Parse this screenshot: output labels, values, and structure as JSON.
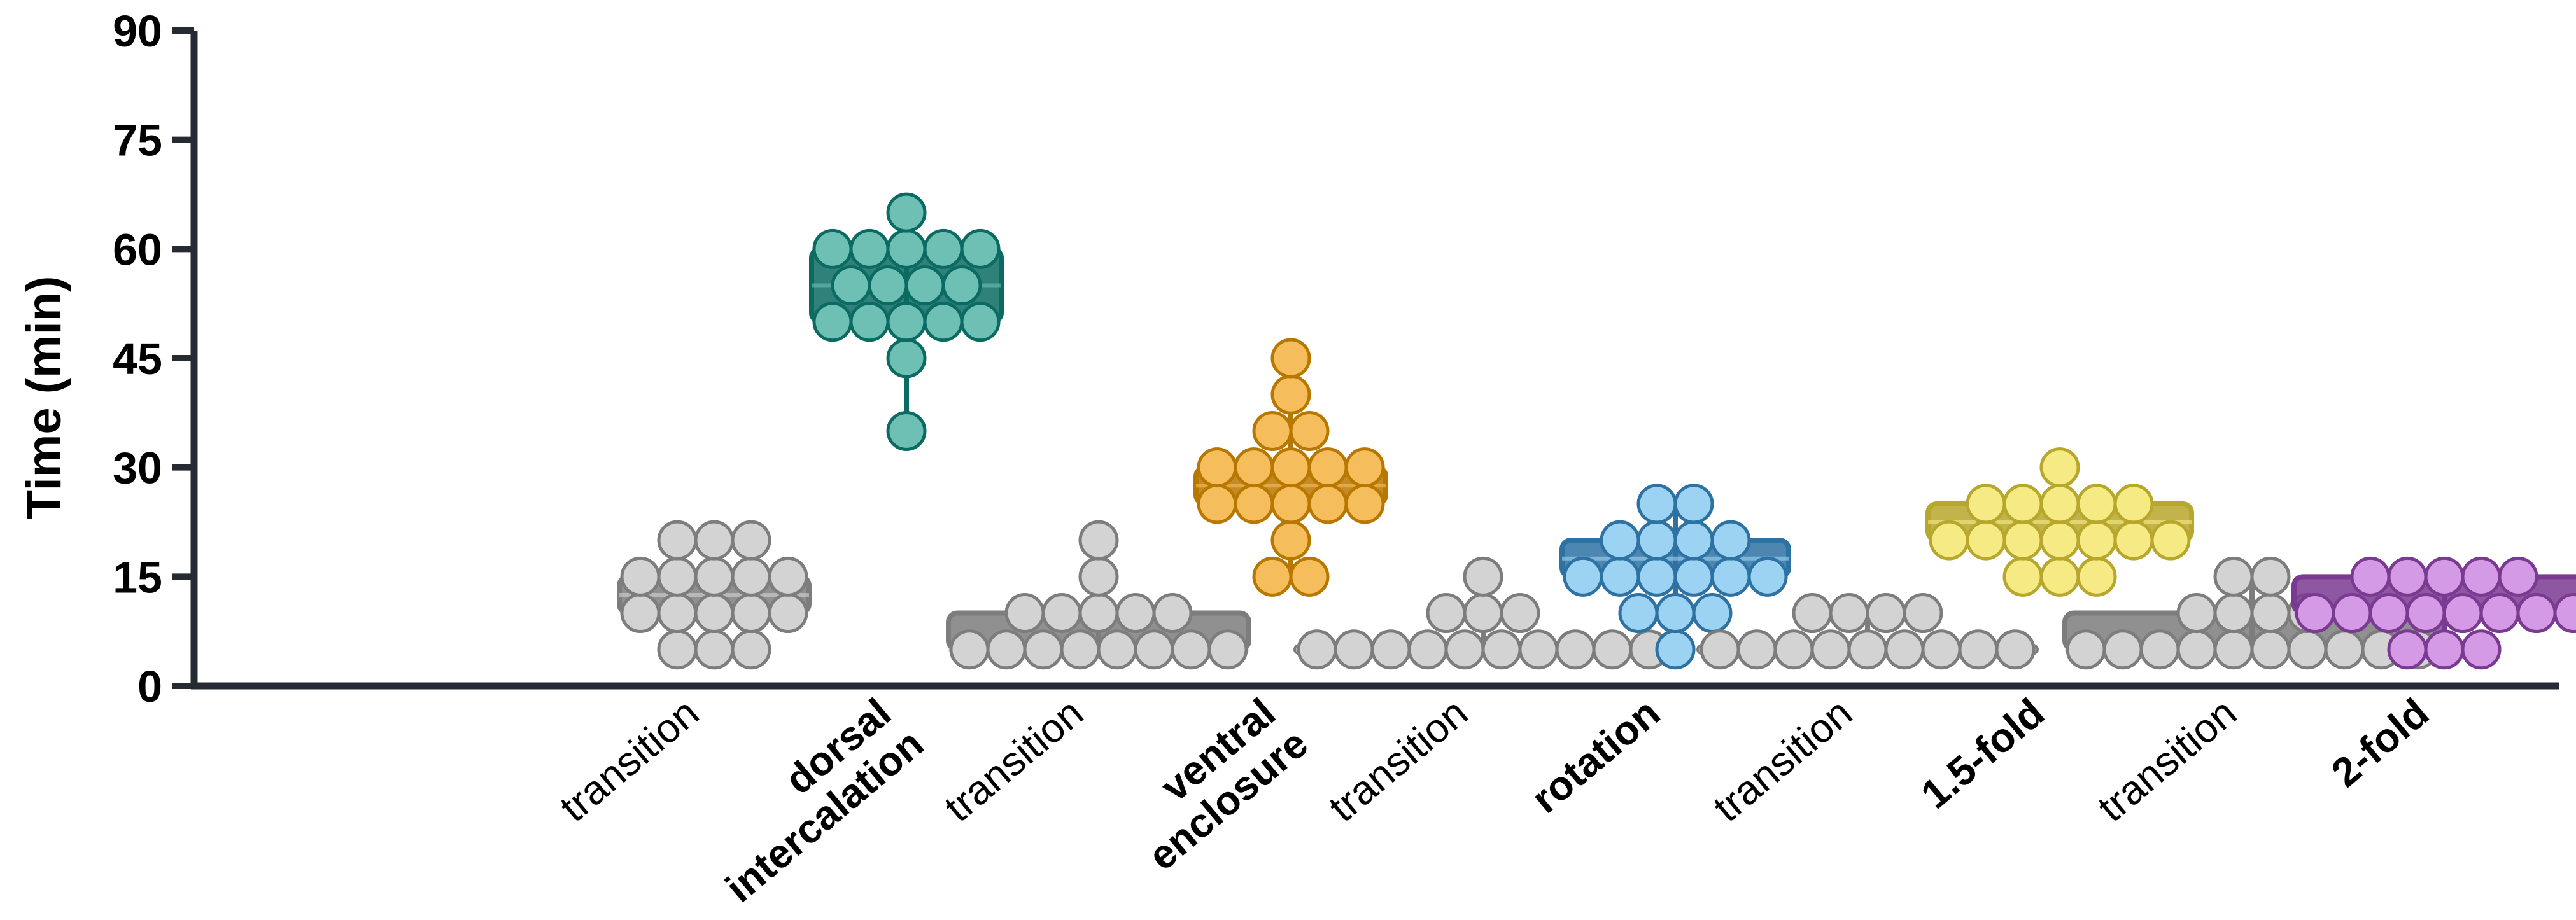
{
  "chart_data": {
    "type": "box-and-whisker with individual points",
    "ylabel": "Time (min)",
    "xlabel": "",
    "ylim": [
      0,
      90
    ],
    "yticks": [
      0,
      15,
      30,
      45,
      60,
      75,
      90
    ],
    "grid": false,
    "legend": "none",
    "colors": {
      "axis": "#262b33",
      "transition": {
        "fill": "#d3d3d3",
        "stroke": "#7d7d7d"
      },
      "dorsal": {
        "fill": "#6ec0b4",
        "stroke": "#0b6b62"
      },
      "ventral": {
        "fill": "#f5bd5c",
        "stroke": "#b87800"
      },
      "rotation": {
        "fill": "#9dd3f2",
        "stroke": "#2e72a3"
      },
      "fold15": {
        "fill": "#f6ea85",
        "stroke": "#b7a72c"
      },
      "fold2": {
        "fill": "#d49ae6",
        "stroke": "#7a3a91"
      }
    },
    "categories": [
      {
        "label": "transition",
        "bold": false,
        "color": "transition",
        "values": [
          5,
          5,
          5,
          10,
          10,
          10,
          10,
          10,
          15,
          15,
          15,
          15,
          15,
          20,
          20,
          20
        ],
        "box": {
          "q1": 10,
          "median": 12.5,
          "q3": 15
        },
        "whisker": [
          5,
          20
        ]
      },
      {
        "label": "dorsal intercalation",
        "bold": true,
        "color": "dorsal",
        "values": [
          35,
          45,
          50,
          50,
          50,
          50,
          50,
          55,
          55,
          55,
          55,
          60,
          60,
          60,
          60,
          60,
          65
        ],
        "box": {
          "q1": 50,
          "median": 55,
          "q3": 60
        },
        "whisker": [
          35,
          65
        ]
      },
      {
        "label": "transition",
        "bold": false,
        "color": "transition",
        "values": [
          5,
          5,
          5,
          5,
          5,
          5,
          5,
          5,
          10,
          10,
          10,
          10,
          10,
          15,
          20
        ],
        "box": {
          "q1": 5,
          "median": 5,
          "q3": 10
        },
        "whisker": [
          5,
          20
        ]
      },
      {
        "label": "ventral enclosure",
        "bold": true,
        "color": "ventral",
        "values": [
          15,
          15,
          20,
          25,
          25,
          25,
          25,
          25,
          30,
          30,
          30,
          30,
          30,
          35,
          35,
          40,
          45
        ],
        "box": {
          "q1": 25,
          "median": 27.5,
          "q3": 30
        },
        "whisker": [
          15,
          45
        ]
      },
      {
        "label": "transition",
        "bold": false,
        "color": "transition",
        "values": [
          5,
          5,
          5,
          5,
          5,
          5,
          5,
          5,
          5,
          5,
          10,
          10,
          10,
          15
        ],
        "box": {
          "q1": 5,
          "median": 5,
          "q3": 5
        },
        "whisker": [
          5,
          15
        ]
      },
      {
        "label": "rotation",
        "bold": true,
        "color": "rotation",
        "values": [
          5,
          10,
          10,
          10,
          15,
          15,
          15,
          15,
          15,
          15,
          20,
          20,
          20,
          20,
          25,
          25
        ],
        "box": {
          "q1": 15,
          "median": 17.5,
          "q3": 20
        },
        "whisker": [
          5,
          25
        ]
      },
      {
        "label": "transition",
        "bold": false,
        "color": "transition",
        "values": [
          5,
          5,
          5,
          5,
          5,
          5,
          5,
          5,
          5,
          10,
          10,
          10,
          10
        ],
        "box": {
          "q1": 5,
          "median": 5,
          "q3": 5
        },
        "whisker": [
          5,
          10
        ]
      },
      {
        "label": "1.5-fold",
        "bold": true,
        "color": "fold15",
        "values": [
          15,
          15,
          15,
          20,
          20,
          20,
          20,
          20,
          20,
          20,
          25,
          25,
          25,
          25,
          25,
          30
        ],
        "box": {
          "q1": 20,
          "median": 22.5,
          "q3": 25
        },
        "whisker": [
          15,
          30
        ]
      },
      {
        "label": "transition",
        "bold": false,
        "color": "transition",
        "values": [
          5,
          5,
          5,
          5,
          5,
          5,
          5,
          5,
          5,
          5,
          10,
          10,
          10,
          10,
          15,
          15
        ],
        "box": {
          "q1": 5,
          "median": 5,
          "q3": 10
        },
        "whisker": [
          5,
          15
        ]
      },
      {
        "label": "2-fold",
        "bold": true,
        "color": "fold2",
        "values": [
          5,
          5,
          5,
          10,
          10,
          10,
          10,
          10,
          10,
          10,
          10,
          15,
          15,
          15,
          15,
          15
        ],
        "box": {
          "q1": 10,
          "median": 10,
          "q3": 15
        },
        "whisker": [
          5,
          15
        ]
      }
    ]
  }
}
